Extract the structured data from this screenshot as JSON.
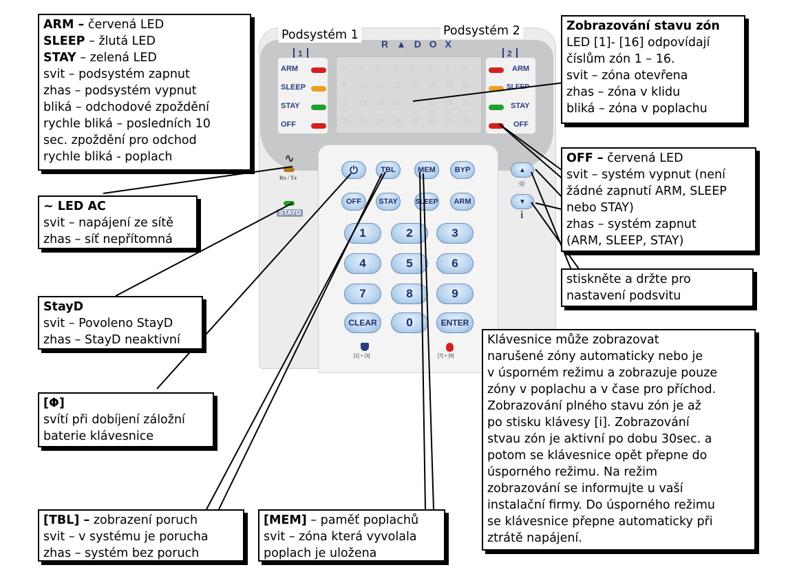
{
  "keypad": {
    "brand": "R ▲ D O X",
    "partition1_icon": "1",
    "partition2_icon": "2",
    "leds_left": [
      {
        "label": "ARM",
        "color": "#d42020"
      },
      {
        "label": "SLEEP",
        "color": "#e8a020"
      },
      {
        "label": "STAY",
        "color": "#1fa02a"
      },
      {
        "label": "OFF",
        "color": "#d42020"
      }
    ],
    "leds_right": [
      {
        "label": "ARM",
        "color": "#d42020"
      },
      {
        "label": "SLEEP",
        "color": "#e8a020"
      },
      {
        "label": "STAY",
        "color": "#1fa02a"
      },
      {
        "label": "OFF",
        "color": "#d42020"
      }
    ],
    "zone_numbers": [
      "1",
      "2",
      "3",
      "4",
      "5",
      "6",
      "7",
      "8",
      "9",
      "10",
      "11",
      "12",
      "13",
      "14",
      "15",
      "16",
      "17",
      "18",
      "19",
      "20",
      "21",
      "22",
      "23",
      "24",
      "25",
      "26",
      "27",
      "28",
      "29",
      "30",
      "31",
      "32"
    ],
    "ac_symbol": "∿",
    "rxtx_label": "Rx / Tx",
    "stayd_label": "STAYD",
    "function_keys": [
      "⏻",
      "TBL",
      "MEM",
      "BYP"
    ],
    "mode_keys": [
      "OFF",
      "STAY",
      "SLEEP",
      "ARM"
    ],
    "number_keys": [
      "1",
      "2",
      "3",
      "4",
      "5",
      "6",
      "7",
      "8",
      "9",
      "CLEAR",
      "0",
      "ENTER"
    ],
    "panic1_label": "[1] + [3]",
    "panic2_label": "[7] + [9]",
    "up_icon": "▲",
    "down_icon": "▼",
    "light_icon": "☼",
    "info_icon": "i",
    "colors": {
      "panel": "#c7c8c9",
      "body": "#eeeeee",
      "key_face": "#b8d3ee",
      "key_text": "#1b2d6b"
    }
  },
  "labels": {
    "podsystem1": "Podsystém 1",
    "podsystem2": "Podsystém 2"
  },
  "callouts": {
    "arm_sleep_stay": {
      "line1_bold": "ARM –",
      "line1_rest": " červená LED",
      "line2_bold": "SLEEP",
      "line2_rest": " – žlutá LED",
      "line3_bold": "STAY",
      "line3_rest": " – zelená LED",
      "line4": "svit – podsystém zapnut",
      "line5": "zhas – podsystém vypnut",
      "line6": "bliká – odchodové zpoždění",
      "line7": "rychle bliká – posledních 10",
      "line8": "sec. zpoždění pro odchod",
      "line9": "rychle bliká - poplach"
    },
    "zones": {
      "title": "Zobrazování stavu zón",
      "line1": "LED [1]- [16] odpovídají",
      "line2": "číslům zón 1 – 16.",
      "line3": "svit – zóna otevřena",
      "line4": "zhas – zóna v klidu",
      "line5": "bliká – zóna v poplachu"
    },
    "off": {
      "line1_bold": "OFF –",
      "line1_rest": " červená LED",
      "line2": "svit – systém vypnut (není",
      "line3": "žádné zapnutí ARM, SLEEP",
      "line4": "nebo STAY)",
      "line5": "zhas – systém zapnut",
      "line6": "(ARM, SLEEP, STAY)"
    },
    "backlight": {
      "line1": "stiskněte a držte pro",
      "line2": "nastavení podsvitu"
    },
    "ac": {
      "title": "~ LED AC",
      "line1": "svit – napájení ze sítě",
      "line2": "zhas – síť nepřítomná"
    },
    "stayd": {
      "title": "StayD",
      "line1": "svit – Povoleno StayD",
      "line2": "zhas – StayD neaktivní"
    },
    "power": {
      "title": "[Φ]",
      "line1": "svítí při dobíjení záložní",
      "line2": "baterie klávesnice"
    },
    "tbl": {
      "title": "[TBL] –",
      "title_rest": " zobrazení poruch",
      "line1": "svit – v systému je porucha",
      "line2": "zhas – systém bez poruch"
    },
    "mem": {
      "title": "[MEM]",
      "title_rest": " – paměť poplachů",
      "line1": "svit – zóna která vyvolala",
      "line2": "poplach je uložena"
    },
    "display_info": {
      "line1": "Klávesnice může zobrazovat",
      "line2": "narušené zóny automaticky nebo je",
      "line3": "v úsporném režimu a zobrazuje pouze",
      "line4": "zóny v poplachu a v čase pro příchod.",
      "line5": "Zobrazování plného stavu zón je až",
      "line6": "po stisku klávesy [i]. Zobrazování",
      "line7": "stvau zón je aktivní po dobu 30sec. a",
      "line8": "potom se klávesnice opět přepne do",
      "line9": "úsporného režimu. Na režim",
      "line10": "zobrazování se informujte u vaší",
      "line11": "instalační firmy. Do úsporného režimu",
      "line12": "se klávesnice přepne automaticky při",
      "line13": "ztrátě napájení."
    }
  }
}
